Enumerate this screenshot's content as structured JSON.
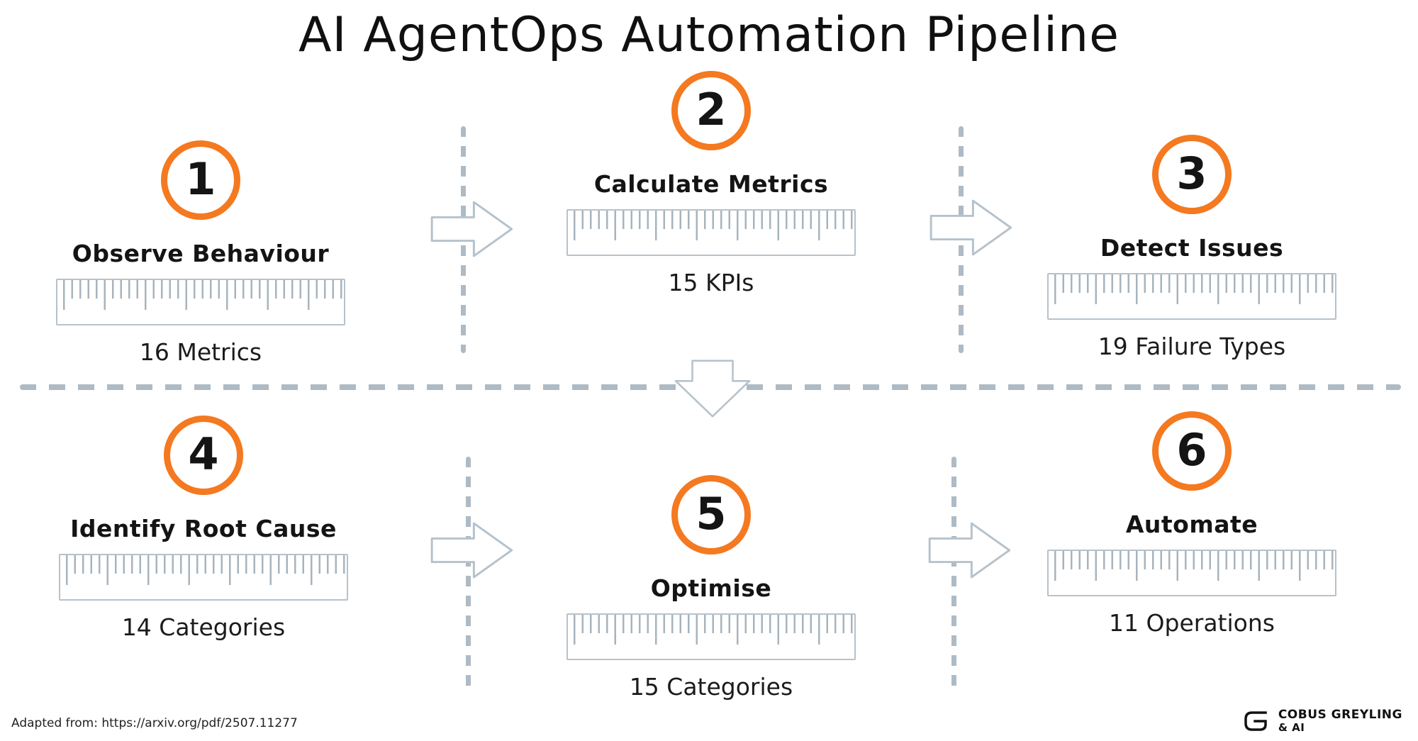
{
  "title": "AI AgentOps Automation Pipeline",
  "steps": [
    {
      "number": "1",
      "title": "Observe Behaviour",
      "caption": "16 Metrics"
    },
    {
      "number": "2",
      "title": "Calculate Metrics",
      "caption": "15 KPIs"
    },
    {
      "number": "3",
      "title": "Detect Issues",
      "caption": "19 Failure Types"
    },
    {
      "number": "4",
      "title": "Identify Root Cause",
      "caption": "14 Categories"
    },
    {
      "number": "5",
      "title": "Optimise",
      "caption": "15 Categories"
    },
    {
      "number": "6",
      "title": "Automate",
      "caption": "11 Operations"
    }
  ],
  "attribution": "Adapted from: https://arxiv.org/pdf/2507.11277",
  "brand": {
    "name": "COBUS GREYLING",
    "sub": "& AI"
  },
  "colors": {
    "accent_orange": "#F47920",
    "line_gray": "#AEBAC4"
  }
}
